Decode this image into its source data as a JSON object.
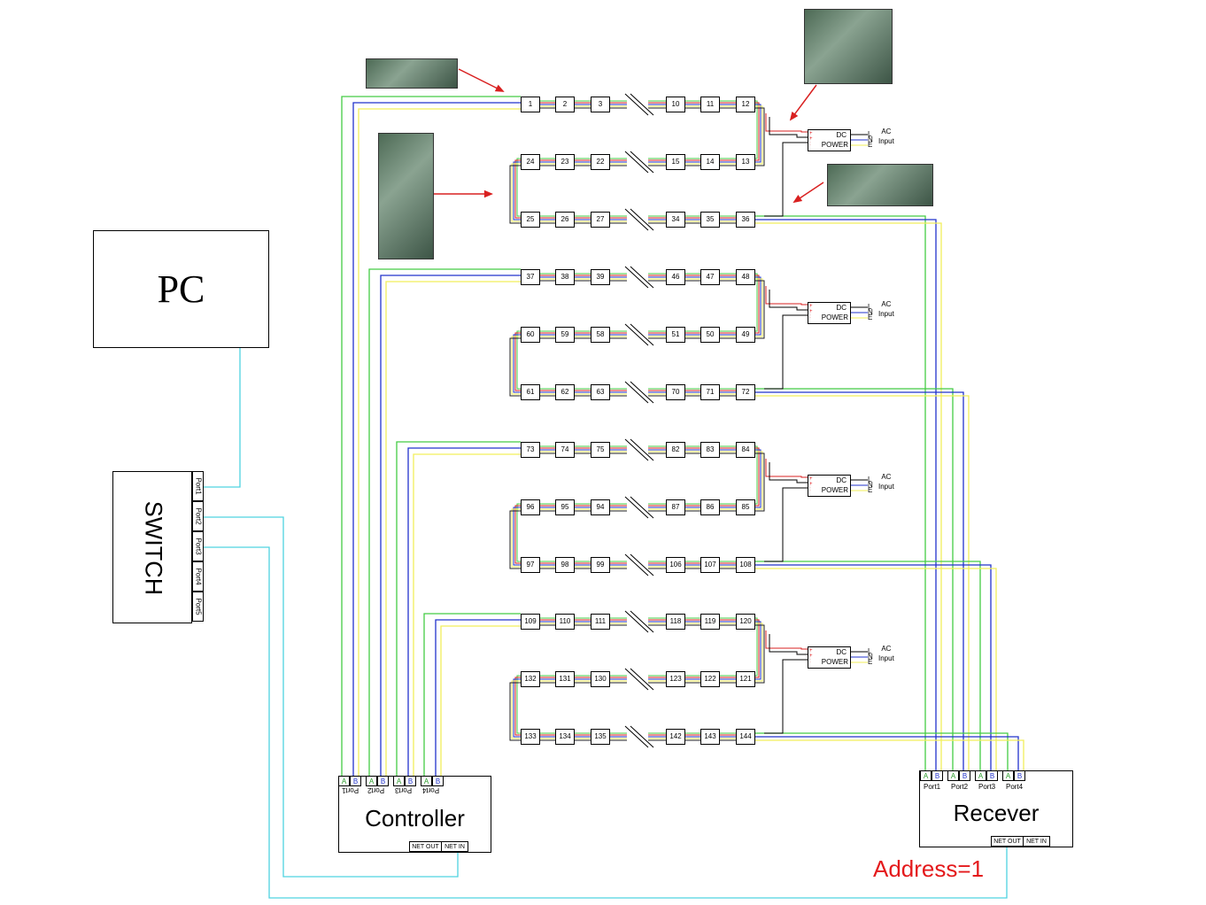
{
  "pc": {
    "label": "PC"
  },
  "switch": {
    "label": "SWITCH",
    "ports": [
      "Port1",
      "Port2",
      "Port3",
      "Port4",
      "Port5"
    ]
  },
  "controller": {
    "label": "Controller",
    "ports": [
      "Port1",
      "Port2",
      "Port3",
      "Port4"
    ],
    "ab": [
      "A",
      "B"
    ],
    "net_out": "NET OUT",
    "net_in": "NET IN"
  },
  "receiver": {
    "label": "Recever",
    "ports": [
      "Port1",
      "Port2",
      "Port3",
      "Port4"
    ],
    "ab": [
      "A",
      "B"
    ],
    "net_out": "NET OUT",
    "net_in": "NET IN"
  },
  "address": "Address=1",
  "power": {
    "dc": "DC",
    "power": "POWER",
    "lne": [
      "L",
      "N",
      "E"
    ],
    "ac": "AC",
    "input": "Input"
  },
  "groups": [
    {
      "rows": [
        [
          "1",
          "2",
          "3",
          "10",
          "11",
          "12"
        ],
        [
          "24",
          "23",
          "22",
          "15",
          "14",
          "13"
        ],
        [
          "25",
          "26",
          "27",
          "34",
          "35",
          "36"
        ]
      ]
    },
    {
      "rows": [
        [
          "37",
          "38",
          "39",
          "46",
          "47",
          "48"
        ],
        [
          "60",
          "59",
          "58",
          "51",
          "50",
          "49"
        ],
        [
          "61",
          "62",
          "63",
          "70",
          "71",
          "72"
        ]
      ]
    },
    {
      "rows": [
        [
          "73",
          "74",
          "75",
          "82",
          "83",
          "84"
        ],
        [
          "96",
          "95",
          "94",
          "87",
          "86",
          "85"
        ],
        [
          "97",
          "98",
          "99",
          "106",
          "107",
          "108"
        ]
      ]
    },
    {
      "rows": [
        [
          "109",
          "110",
          "111",
          "118",
          "119",
          "120"
        ],
        [
          "132",
          "131",
          "130",
          "123",
          "122",
          "121"
        ],
        [
          "133",
          "134",
          "135",
          "142",
          "143",
          "144"
        ]
      ]
    }
  ],
  "colors": {
    "cyan": "#4fd3e0",
    "green": "#44cc44",
    "blue": "#2233cc",
    "yellow": "#f2ef5a",
    "red": "#d92020",
    "address": "#e41a1c"
  }
}
